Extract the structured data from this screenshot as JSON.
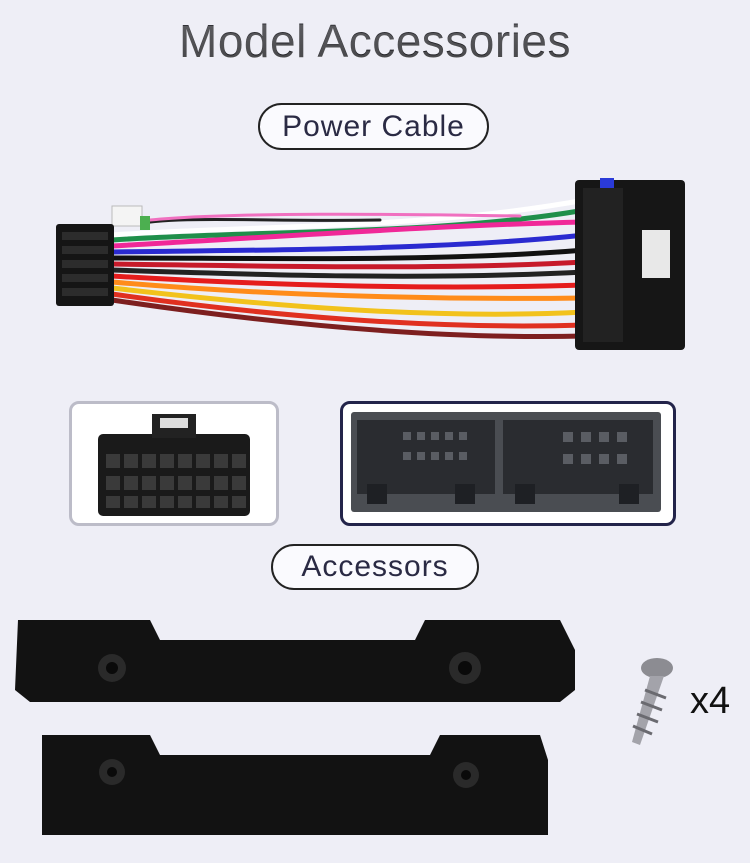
{
  "page": {
    "title": "Model Accessories",
    "sections": [
      {
        "label": "Power Cable"
      },
      {
        "label": "Accessors"
      }
    ],
    "screw_quantity": "x4"
  }
}
